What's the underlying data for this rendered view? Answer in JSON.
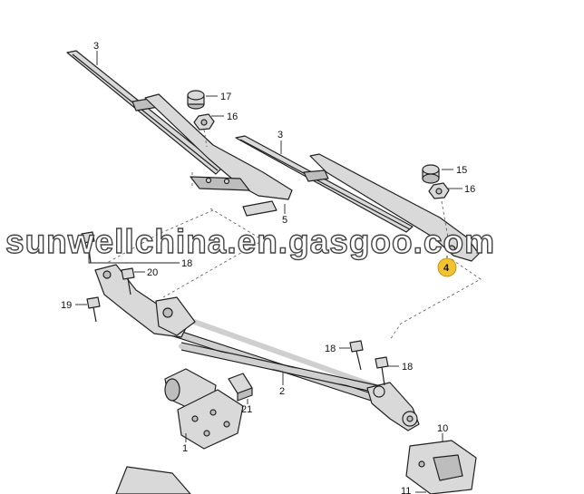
{
  "callouts": {
    "c1": "1",
    "c2": "2",
    "c3a": "3",
    "c3b": "3",
    "c4": "4",
    "c5": "5",
    "c10": "10",
    "c11": "11",
    "c15": "15",
    "c16a": "16",
    "c16b": "16",
    "c17": "17",
    "c18a": "18",
    "c18b": "18",
    "c18c": "18",
    "c19": "19",
    "c20": "20",
    "c21": "21"
  },
  "highlight_color": "#f2c230",
  "watermark": "sunwellchina.en.gasgoo.com"
}
